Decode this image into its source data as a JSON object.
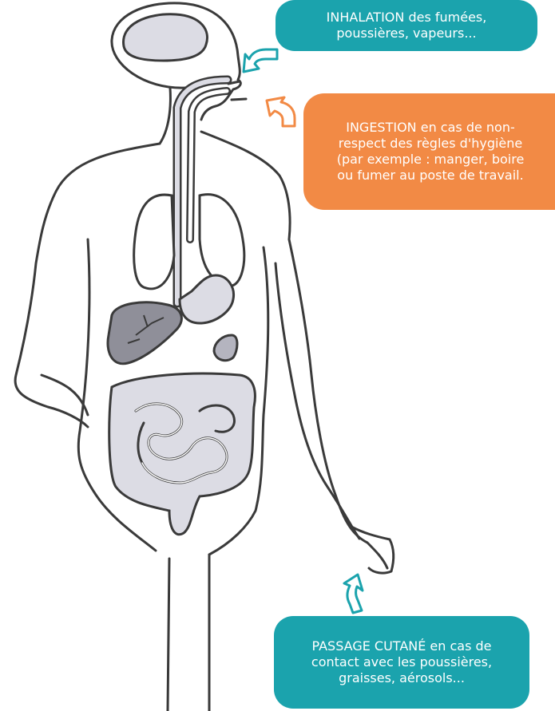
{
  "colors": {
    "teal": "#1ba3ad",
    "orange": "#f28a45",
    "outline": "#3a3a3a",
    "organ_light": "#dcdce4",
    "organ_mid": "#b4b4bf",
    "organ_dark": "#8f8f99"
  },
  "callouts": {
    "inhalation": {
      "line1": "INHALATION des fumées,",
      "line2": "poussières, vapeurs..."
    },
    "ingestion": {
      "line1": "INGESTION en cas de non-",
      "line2": "respect des règles d'hygiène",
      "line3": "(par exemple : manger, boire",
      "line4": "ou fumer au poste de travail."
    },
    "cutane": {
      "line1": "PASSAGE CUTANÉ en cas de",
      "line2": "contact avec les poussières,",
      "line3": "graisses, aérosols..."
    }
  },
  "icons": {
    "inhalation_arrow": "curved-arrow-icon",
    "ingestion_arrow": "curved-arrow-icon",
    "cutane_arrow": "curved-arrow-icon"
  }
}
